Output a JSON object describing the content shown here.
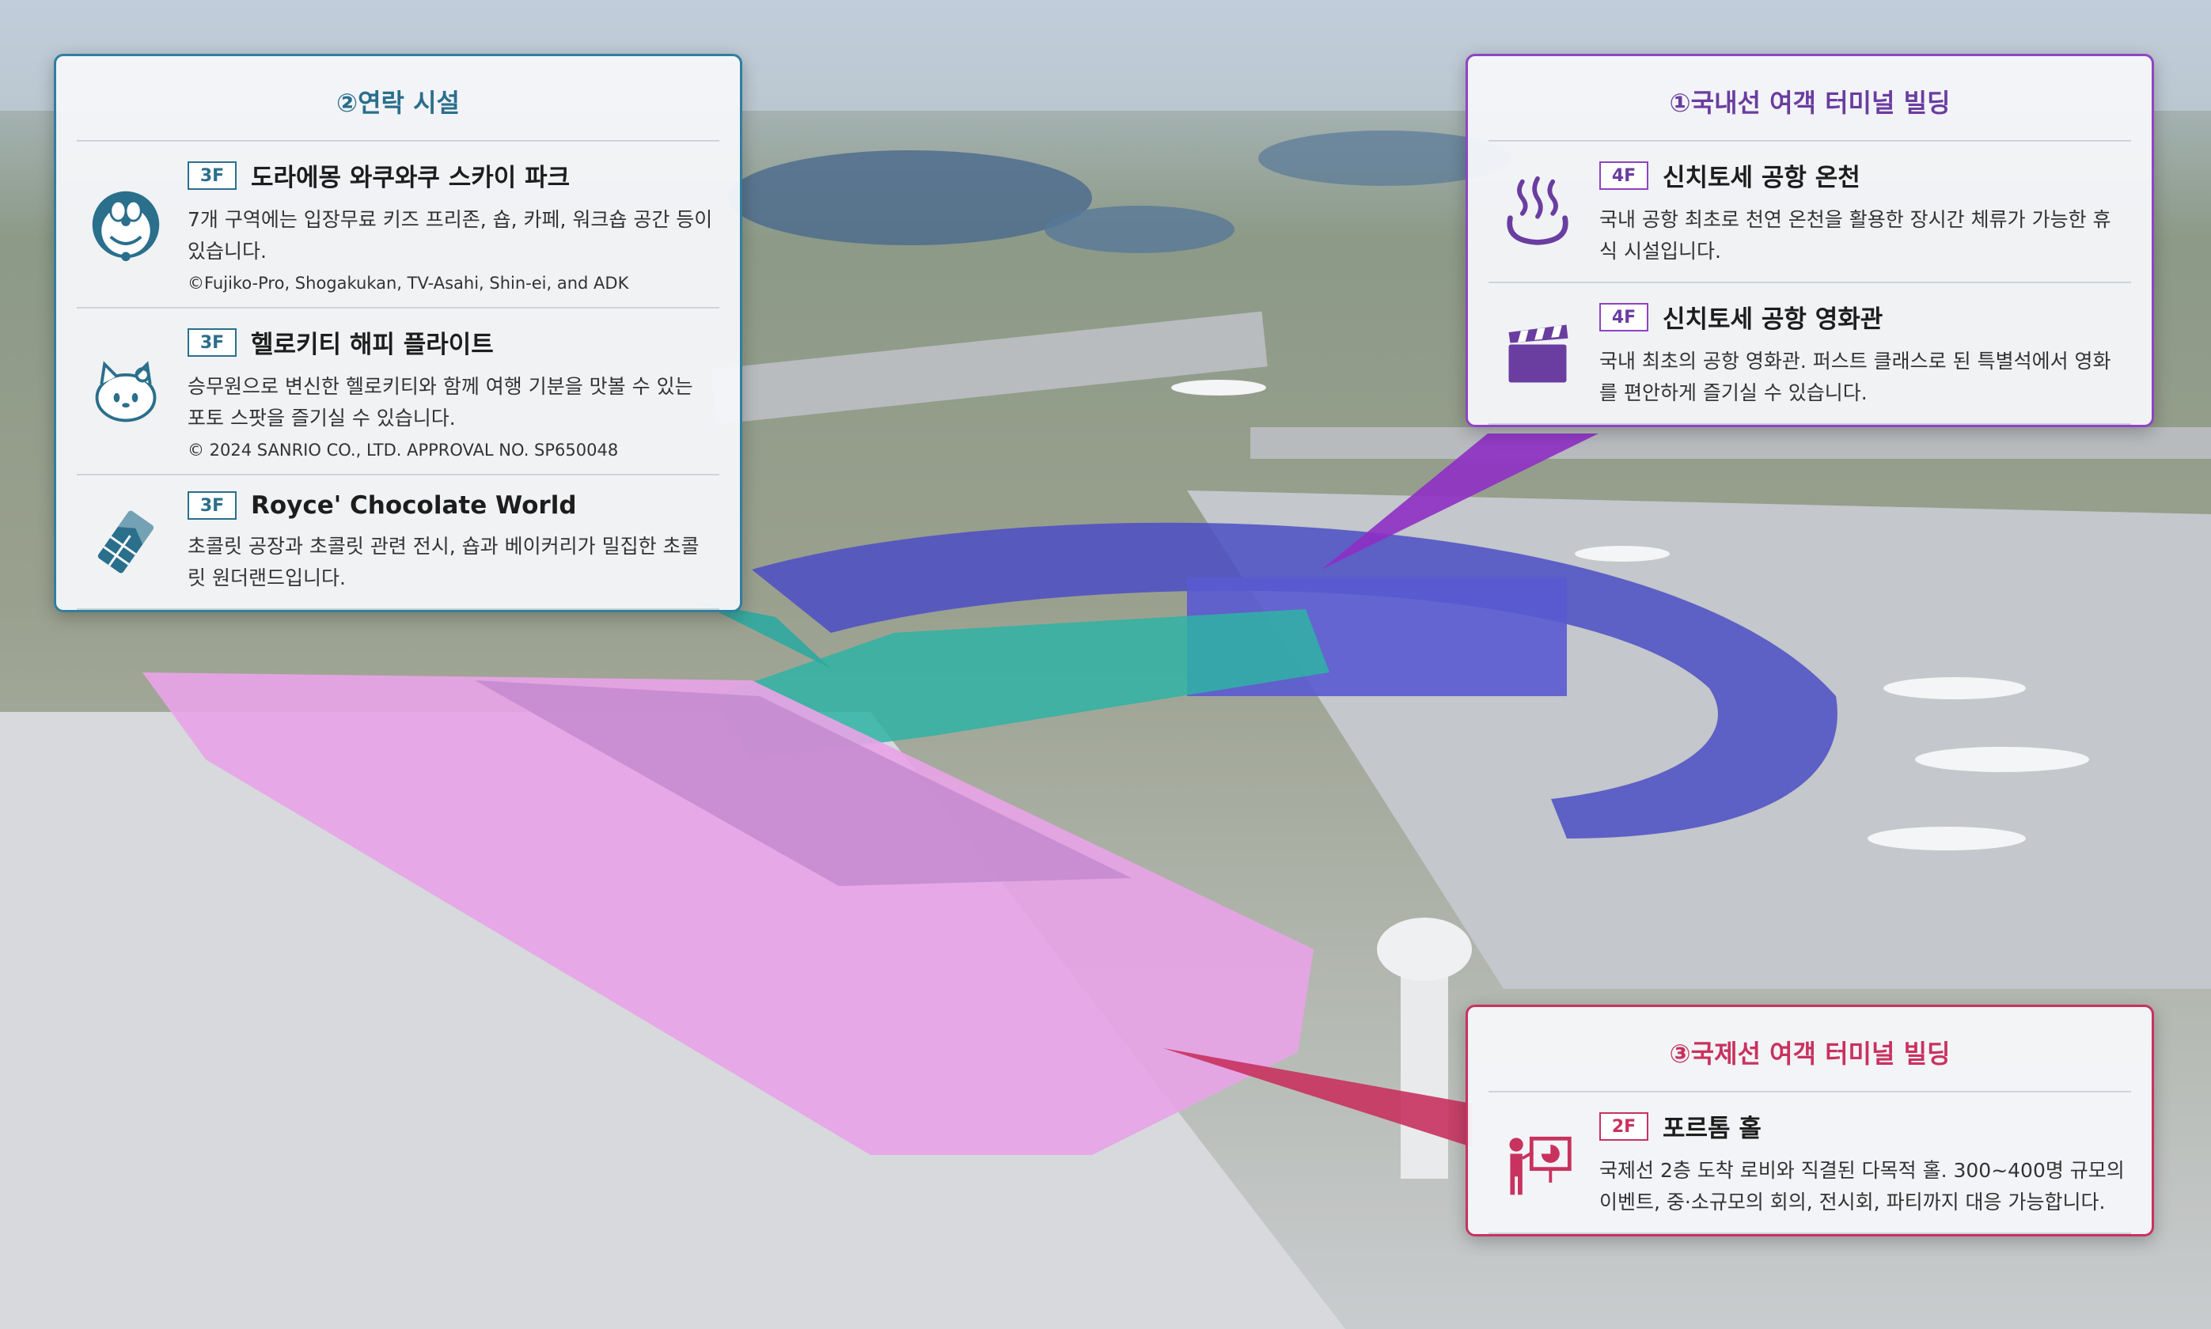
{
  "colors": {
    "accent_blue": "#2a6f8c",
    "accent_purple": "#8e44c4",
    "accent_pink": "#c8325f",
    "highlight_international": "#e7a4e6",
    "highlight_domestic": "#4f4fc8",
    "highlight_connector": "#2fb3a4"
  },
  "connector_panel": {
    "title": "②연락 시설",
    "items": [
      {
        "icon": "doraemon-icon",
        "floor": "3F",
        "name": "도라에몽 와쿠와쿠 스카이 파크",
        "desc": "7개 구역에는 입장무료 키즈 프리존, 숍, 카페, 워크숍 공간 등이 있습니다.",
        "copyright": "©Fujiko-Pro, Shogakukan, TV-Asahi, Shin-ei, and ADK"
      },
      {
        "icon": "hello-kitty-icon",
        "floor": "3F",
        "name": "헬로키티 해피 플라이트",
        "desc": "승무원으로 변신한 헬로키티와 함께 여행 기분을 맛볼 수 있는 포토 스팟을 즐기실 수 있습니다.",
        "copyright": "© 2024 SANRIO CO., LTD. APPROVAL NO. SP650048"
      },
      {
        "icon": "chocolate-icon",
        "floor": "3F",
        "name": "Royce' Chocolate World",
        "desc": "초콜릿 공장과 초콜릿 관련 전시, 숍과 베이커리가 밀집한 초콜릿 원더랜드입니다."
      }
    ]
  },
  "domestic_panel": {
    "title": "①국내선 여객 터미널 빌딩",
    "items": [
      {
        "icon": "hot-spring-icon",
        "floor": "4F",
        "name": "신치토세 공항 온천",
        "desc": "국내 공항 최초로 천연 온천을 활용한 장시간 체류가 가능한 휴식 시설입니다."
      },
      {
        "icon": "clapperboard-icon",
        "floor": "4F",
        "name": "신치토세 공항 영화관",
        "desc": "국내 최초의 공항 영화관. 퍼스트 클래스로 된 특별석에서 영화를 편안하게 즐기실 수 있습니다."
      }
    ]
  },
  "international_panel": {
    "title": "③국제선 여객 터미널 빌딩",
    "items": [
      {
        "icon": "presentation-icon",
        "floor": "2F",
        "name": "포르톰 홀",
        "desc": "국제선 2층 도착 로비와 직결된 다목적 홀. 300~400명 규모의 이벤트, 중·소규모의 회의, 전시회, 파티까지 대응 가능합니다."
      }
    ]
  }
}
